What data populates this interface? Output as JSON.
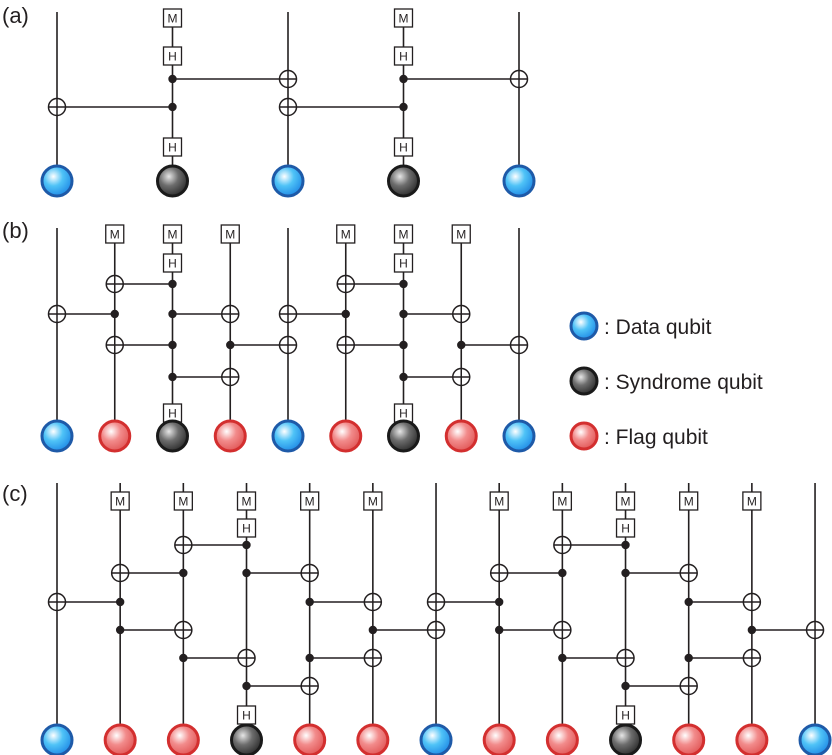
{
  "panels": [
    {
      "label": "(a)",
      "qubits": [
        "data",
        "syndrome",
        "data",
        "syndrome",
        "data"
      ],
      "gates": [
        {
          "q": 1,
          "label": "M",
          "pos": "top",
          "slot": 0
        },
        {
          "q": 1,
          "label": "H",
          "pos": "top",
          "slot": 1
        },
        {
          "q": 1,
          "label": "H",
          "pos": "bottom",
          "slot": 0
        },
        {
          "q": 3,
          "label": "M",
          "pos": "top",
          "slot": 0
        },
        {
          "q": 3,
          "label": "H",
          "pos": "top",
          "slot": 1
        },
        {
          "q": 3,
          "label": "H",
          "pos": "bottom",
          "slot": 0
        }
      ],
      "cnots": [
        {
          "row": 0,
          "control": 1,
          "target": 2
        },
        {
          "row": 0,
          "control": 3,
          "target": 4
        },
        {
          "row": 1,
          "control": 1,
          "target": 0
        },
        {
          "row": 1,
          "control": 3,
          "target": 2
        }
      ]
    },
    {
      "label": "(b)",
      "qubits": [
        "data",
        "flag",
        "syndrome",
        "flag",
        "data",
        "flag",
        "syndrome",
        "flag",
        "data"
      ],
      "gates": [
        {
          "q": 1,
          "label": "M",
          "pos": "top",
          "slot": 0
        },
        {
          "q": 2,
          "label": "M",
          "pos": "top",
          "slot": 0
        },
        {
          "q": 2,
          "label": "H",
          "pos": "top",
          "slot": 1
        },
        {
          "q": 3,
          "label": "M",
          "pos": "top",
          "slot": 0
        },
        {
          "q": 5,
          "label": "M",
          "pos": "top",
          "slot": 0
        },
        {
          "q": 6,
          "label": "M",
          "pos": "top",
          "slot": 0
        },
        {
          "q": 6,
          "label": "H",
          "pos": "top",
          "slot": 1
        },
        {
          "q": 7,
          "label": "M",
          "pos": "top",
          "slot": 0
        },
        {
          "q": 2,
          "label": "H",
          "pos": "bottom",
          "slot": 0
        },
        {
          "q": 6,
          "label": "H",
          "pos": "bottom",
          "slot": 0
        }
      ],
      "cnots": [
        {
          "row": 0,
          "control": 2,
          "target": 1
        },
        {
          "row": 0,
          "control": 6,
          "target": 5
        },
        {
          "row": 1,
          "control": 1,
          "target": 0
        },
        {
          "row": 1,
          "control": 2,
          "target": 3
        },
        {
          "row": 1,
          "control": 5,
          "target": 4
        },
        {
          "row": 1,
          "control": 6,
          "target": 7
        },
        {
          "row": 2,
          "control": 2,
          "target": 1
        },
        {
          "row": 2,
          "control": 3,
          "target": 4
        },
        {
          "row": 2,
          "control": 6,
          "target": 5
        },
        {
          "row": 2,
          "control": 7,
          "target": 8
        },
        {
          "row": 3,
          "control": 2,
          "target": 3
        },
        {
          "row": 3,
          "control": 6,
          "target": 7
        }
      ]
    },
    {
      "label": "(c)",
      "qubits": [
        "data",
        "flag",
        "flag",
        "syndrome",
        "flag",
        "flag",
        "data",
        "flag",
        "flag",
        "syndrome",
        "flag",
        "flag",
        "data"
      ],
      "gates": [
        {
          "q": 1,
          "label": "M",
          "pos": "top",
          "slot": 0
        },
        {
          "q": 2,
          "label": "M",
          "pos": "top",
          "slot": 0
        },
        {
          "q": 3,
          "label": "M",
          "pos": "top",
          "slot": 0
        },
        {
          "q": 3,
          "label": "H",
          "pos": "top",
          "slot": 1
        },
        {
          "q": 4,
          "label": "M",
          "pos": "top",
          "slot": 0
        },
        {
          "q": 5,
          "label": "M",
          "pos": "top",
          "slot": 0
        },
        {
          "q": 7,
          "label": "M",
          "pos": "top",
          "slot": 0
        },
        {
          "q": 8,
          "label": "M",
          "pos": "top",
          "slot": 0
        },
        {
          "q": 9,
          "label": "M",
          "pos": "top",
          "slot": 0
        },
        {
          "q": 9,
          "label": "H",
          "pos": "top",
          "slot": 1
        },
        {
          "q": 10,
          "label": "M",
          "pos": "top",
          "slot": 0
        },
        {
          "q": 11,
          "label": "M",
          "pos": "top",
          "slot": 0
        },
        {
          "q": 3,
          "label": "H",
          "pos": "bottom",
          "slot": 0
        },
        {
          "q": 9,
          "label": "H",
          "pos": "bottom",
          "slot": 0
        }
      ],
      "cnots": [
        {
          "row": 0,
          "control": 3,
          "target": 2
        },
        {
          "row": 0,
          "control": 9,
          "target": 8
        },
        {
          "row": 1,
          "control": 2,
          "target": 1
        },
        {
          "row": 1,
          "control": 3,
          "target": 4
        },
        {
          "row": 1,
          "control": 8,
          "target": 7
        },
        {
          "row": 1,
          "control": 9,
          "target": 10
        },
        {
          "row": 2,
          "control": 1,
          "target": 0
        },
        {
          "row": 2,
          "control": 4,
          "target": 5
        },
        {
          "row": 2,
          "control": 7,
          "target": 6
        },
        {
          "row": 2,
          "control": 10,
          "target": 11
        },
        {
          "row": 3,
          "control": 1,
          "target": 2
        },
        {
          "row": 3,
          "control": 5,
          "target": 6
        },
        {
          "row": 3,
          "control": 7,
          "target": 8
        },
        {
          "row": 3,
          "control": 11,
          "target": 12
        },
        {
          "row": 4,
          "control": 2,
          "target": 3
        },
        {
          "row": 4,
          "control": 4,
          "target": 5
        },
        {
          "row": 4,
          "control": 8,
          "target": 9
        },
        {
          "row": 4,
          "control": 10,
          "target": 11
        },
        {
          "row": 5,
          "control": 3,
          "target": 4
        },
        {
          "row": 5,
          "control": 9,
          "target": 10
        }
      ]
    }
  ],
  "legend": [
    {
      "kind": "data",
      "text": ": Data qubit"
    },
    {
      "kind": "syndrome",
      "text": ": Syndrome qubit"
    },
    {
      "kind": "flag",
      "text": ": Flag qubit"
    }
  ],
  "colors": {
    "line": "#231f20",
    "data_fill": "#4fc3f7",
    "data_stroke": "#1e5aa8",
    "syndrome_fill": "#6d6d6d",
    "syndrome_stroke": "#1a1a1a",
    "flag_fill": "#f28b8b",
    "flag_stroke": "#d32f2f"
  }
}
